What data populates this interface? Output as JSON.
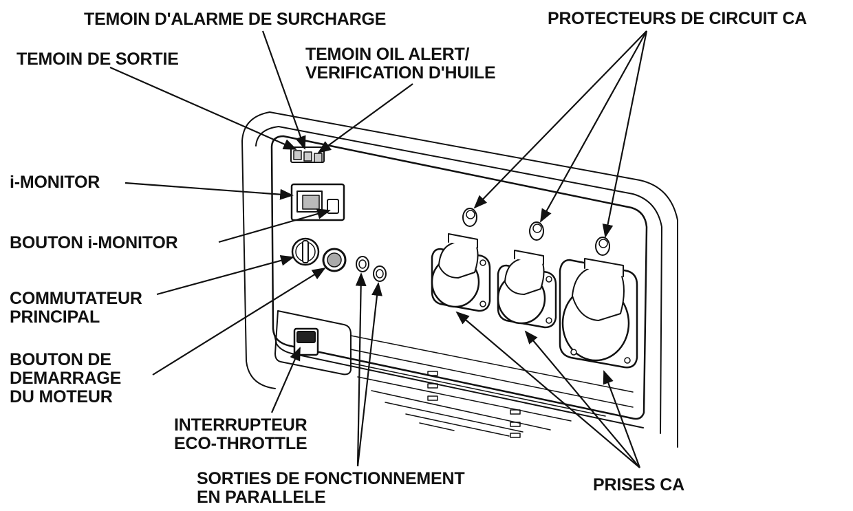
{
  "labels": {
    "overload_alarm": [
      "TEMOIN D'ALARME DE SURCHARGE"
    ],
    "output_indicator": [
      "TEMOIN DE SORTIE"
    ],
    "oil_alert": [
      "TEMOIN OIL ALERT/",
      "VERIFICATION D'HUILE"
    ],
    "circuit_protectors": [
      "PROTECTEURS DE CIRCUIT CA"
    ],
    "i_monitor": [
      "i-MONITOR"
    ],
    "i_monitor_button": [
      "BOUTON i-MONITOR"
    ],
    "main_switch": [
      "COMMUTATEUR",
      "PRINCIPAL"
    ],
    "start_button": [
      "BOUTON DE",
      "DEMARRAGE",
      "DU MOTEUR"
    ],
    "eco_throttle": [
      "INTERRUPTEUR",
      "ECO-THROTTLE"
    ],
    "parallel_outlets": [
      "SORTIES DE FONCTIONNEMENT",
      "EN PARALLELE"
    ],
    "ac_receptacles": [
      "PRISES CA"
    ]
  },
  "colors": {
    "ink": "#111111",
    "paper": "#ffffff",
    "shade": "#d8d8d8"
  }
}
